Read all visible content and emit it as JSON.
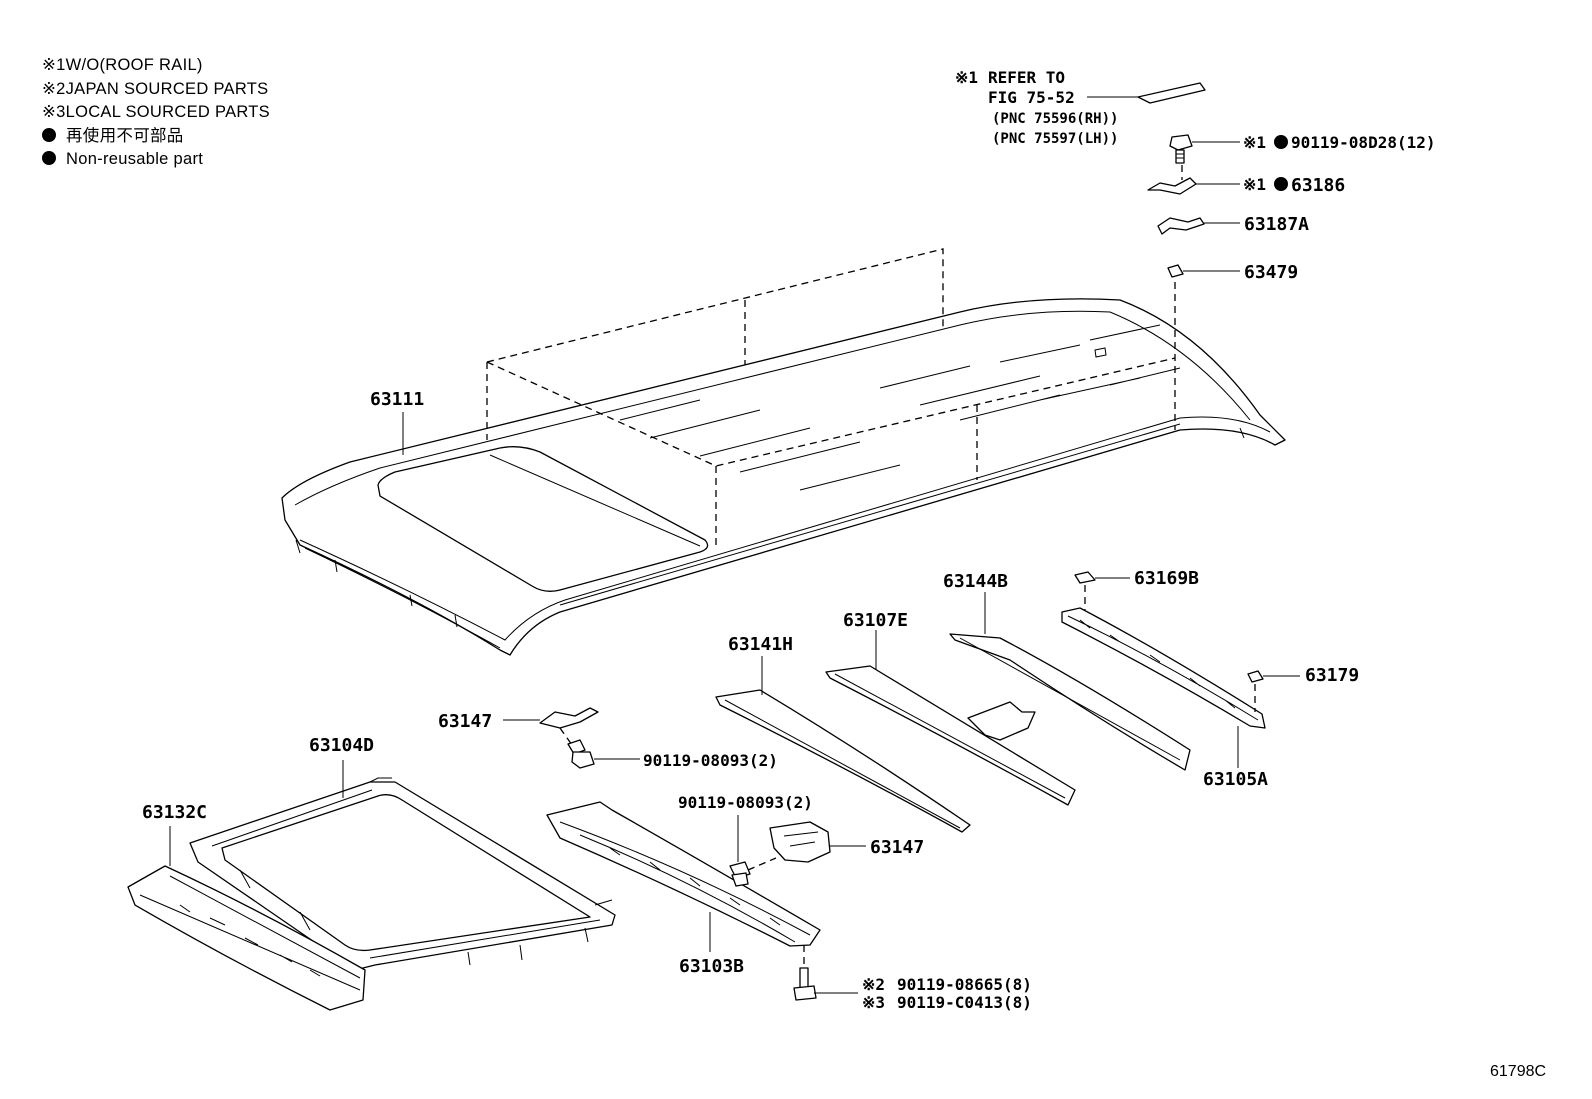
{
  "legend": [
    {
      "mark": "※1",
      "text": "W/O(ROOF RAIL)"
    },
    {
      "mark": "※2",
      "text": "JAPAN SOURCED PARTS"
    },
    {
      "mark": "※3",
      "text": "LOCAL SOURCED PARTS"
    },
    {
      "mark": "dot",
      "text": "再使用不可部品"
    },
    {
      "mark": "dot",
      "text": "Non-reusable part"
    }
  ],
  "reference": {
    "mark": "※1",
    "line1": "REFER TO",
    "line2": "FIG 75-52",
    "pnc_rh": "(PNC 75596(RH))",
    "pnc_lh": "(PNC 75597(LH))"
  },
  "parts": {
    "roof_panel": "63111",
    "bolt_top_mark": "※1",
    "bolt_top": "90119-08D28(12)",
    "bracket_63186_mark": "※1",
    "bracket_63186": "63186",
    "bracket_63187a": "63187A",
    "clip_63479": "63479",
    "bow_63144b": "63144B",
    "clip_63169b": "63169B",
    "bow_63107e": "63107E",
    "bow_63141h": "63141H",
    "clip_63179": "63179",
    "rail_63105a": "63105A",
    "bracket_63147_upper": "63147",
    "bolt_mid_upper": "90119-08093(2)",
    "frame_63104d": "63104D",
    "panel_63132c": "63132C",
    "bolt_mid_lower": "90119-08093(2)",
    "bracket_63147_lower": "63147",
    "rail_63103b": "63103B",
    "bolt_jp_mark": "※2",
    "bolt_jp": "90119-08665(8)",
    "bolt_local_mark": "※3",
    "bolt_local": "90119-C0413(8)"
  },
  "figure_id": "61798C"
}
